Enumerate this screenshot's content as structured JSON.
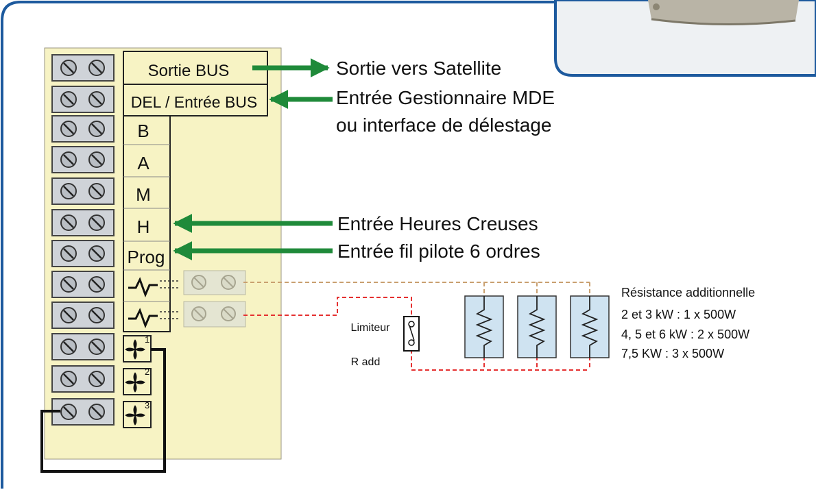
{
  "terminal_labels": {
    "sortie_bus": "Sortie BUS",
    "del_entree_bus": "DEL / Entrée BUS",
    "b": "B",
    "a": "A",
    "m": "M",
    "h": "H",
    "prog": "Prog"
  },
  "fan_speeds": [
    "1",
    "2",
    "3"
  ],
  "annotations": {
    "sortie_satellite": "Sortie vers Satellite",
    "entree_gestionnaire": "Entrée Gestionnaire MDE",
    "interface_delestage": "ou interface de délestage",
    "heures_creuses": "Entrée Heures Creuses",
    "fil_pilote": "Entrée fil pilote 6 ordres"
  },
  "limiter": {
    "label": "Limiteur",
    "sublabel": "R add"
  },
  "resistance_info": {
    "title": "Résistance additionnelle",
    "lines": [
      "2 et 3 kW : 1 x 500W",
      "4, 5 et 6 kW : 2 x 500W",
      "7,5 KW : 3 x 500W"
    ]
  },
  "colors": {
    "frame_blue": "#1d5a9e",
    "panel_bg": "#f7f3c4",
    "terminal_gray": "#cfd3d8",
    "arrow_green": "#1f8a3a",
    "wire_tan": "#c9a070",
    "wire_red": "#e53030",
    "resistor_blue": "#cfe3f1"
  }
}
